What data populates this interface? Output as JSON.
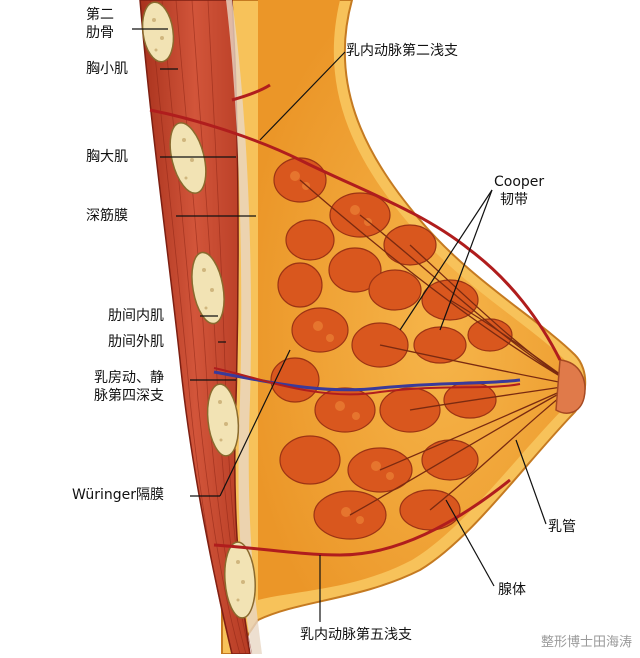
{
  "labels": {
    "rib2_line1": "第二",
    "rib2_line2": "肋骨",
    "pec_minor": "胸小肌",
    "pec_major": "胸大肌",
    "deep_fascia": "深筋膜",
    "internal_intercostal": "肋间内肌",
    "external_intercostal": "肋间外肌",
    "lateral_vessels_line1": "乳房动、静",
    "lateral_vessels_line2": "脉第四深支",
    "wuringer": "Würinger隔膜",
    "internal_mammary_2nd": "乳内动脉第二浅支",
    "cooper_line1": "Cooper",
    "cooper_line2": "韧带",
    "milk_duct": "乳管",
    "gland": "腺体",
    "internal_mammary_5th": "乳内动脉第五浅支"
  },
  "watermark": "整形博士田海涛",
  "colors": {
    "fat": "#f3a93a",
    "skin": "#f7c25a",
    "lobule": "#d9571e",
    "muscle": "#c8452a",
    "artery": "#b01d1d",
    "vein": "#3a3a9a",
    "bone": "#f2e3b4"
  }
}
